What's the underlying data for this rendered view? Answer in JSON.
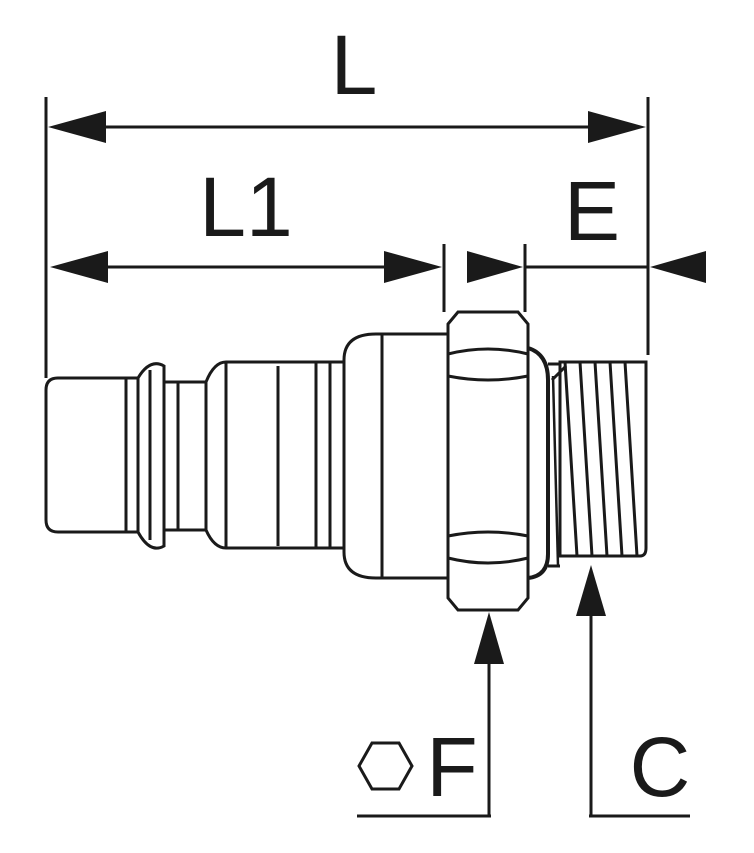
{
  "labels": {
    "length_total": "L",
    "length_partial": "L1",
    "thread_length": "E",
    "hex_size": "F",
    "thread_size": "C"
  },
  "colors": {
    "ink": "#1a1a1a",
    "background": "#ffffff"
  },
  "icons": {
    "hex_symbol": "hexagon-icon"
  }
}
